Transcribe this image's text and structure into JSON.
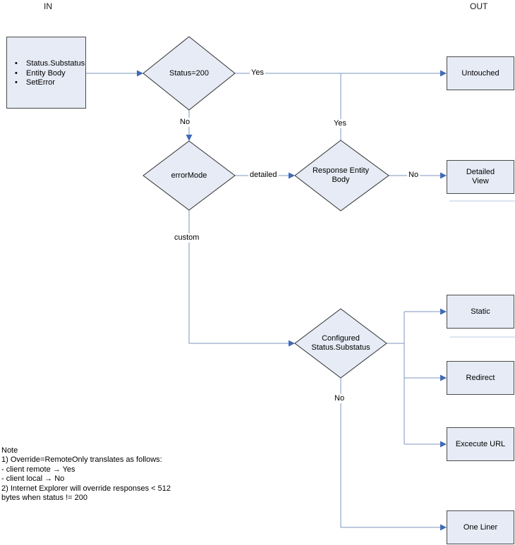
{
  "labels": {
    "in": "IN",
    "out": "OUT"
  },
  "input_box": {
    "bullet": "•",
    "items": [
      "Status.Substatus",
      "Entity Body",
      "SetError"
    ]
  },
  "decisions": {
    "status200": "Status=200",
    "errormode": "errorMode",
    "response_entity_body": [
      "Response Entity",
      "Body"
    ],
    "configured": [
      "Configured",
      "Status.Substatus"
    ]
  },
  "outputs": {
    "untouched": "Untouched",
    "detailed_view": [
      "Detailed",
      "View"
    ],
    "static": "Static",
    "redirect": "Redirect",
    "execute_url": "Excecute URL",
    "one_liner": "One Liner"
  },
  "edge_labels": {
    "yes_top": "Yes",
    "no_status": "No",
    "yes_branch": "Yes",
    "detailed": "detailed",
    "no_reb": "No",
    "custom": "custom",
    "no_configured": "No"
  },
  "note": {
    "lines": [
      "Note",
      "1) Override=RemoteOnly translates as follows:",
      "- client remote → Yes",
      "- client local → No",
      "2) Internet Explorer will override responses < 512",
      "bytes when status != 200"
    ]
  },
  "colors": {
    "node_fill": "#e6ebf5",
    "node_border": "#4a4a4a",
    "line": "#7d96bd",
    "arrow": "#3f6ab8"
  }
}
